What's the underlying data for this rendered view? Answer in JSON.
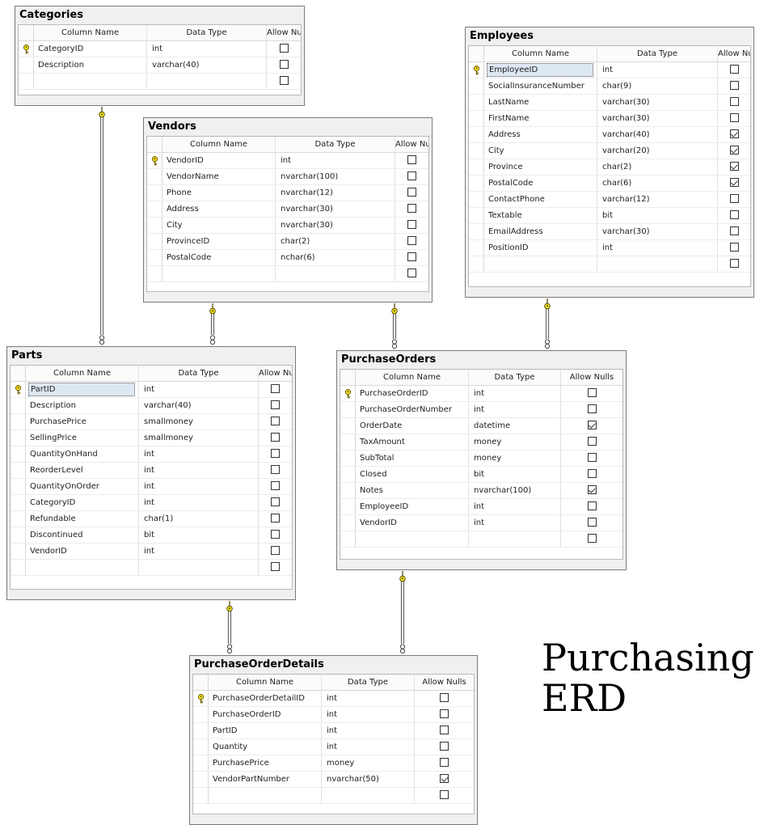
{
  "diagram_title": [
    "Purchasing",
    "ERD"
  ],
  "column_headers": {
    "name": "Column Name",
    "type": "Data Type",
    "nulls": "Allow Nulls"
  },
  "colors": {
    "key_fill": "#f2e21a",
    "connector": "#666666",
    "title_bar": "#f0f0f0"
  },
  "tables": [
    {
      "id": "categories",
      "title": "Categories",
      "columns": [
        {
          "name": "CategoryID",
          "type": "int",
          "nulls": false,
          "pk": true
        },
        {
          "name": "Description",
          "type": "varchar(40)",
          "nulls": false
        }
      ]
    },
    {
      "id": "vendors",
      "title": "Vendors",
      "columns": [
        {
          "name": "VendorID",
          "type": "int",
          "nulls": false,
          "pk": true
        },
        {
          "name": "VendorName",
          "type": "nvarchar(100)",
          "nulls": false
        },
        {
          "name": "Phone",
          "type": "nvarchar(12)",
          "nulls": false
        },
        {
          "name": "Address",
          "type": "nvarchar(30)",
          "nulls": false
        },
        {
          "name": "City",
          "type": "nvarchar(30)",
          "nulls": false
        },
        {
          "name": "ProvinceID",
          "type": "char(2)",
          "nulls": false
        },
        {
          "name": "PostalCode",
          "type": "nchar(6)",
          "nulls": false
        }
      ]
    },
    {
      "id": "employees",
      "title": "Employees",
      "columns": [
        {
          "name": "EmployeeID",
          "type": "int",
          "nulls": false,
          "pk": true
        },
        {
          "name": "SocialInsuranceNumber",
          "type": "char(9)",
          "nulls": false
        },
        {
          "name": "LastName",
          "type": "varchar(30)",
          "nulls": false
        },
        {
          "name": "FirstName",
          "type": "varchar(30)",
          "nulls": false
        },
        {
          "name": "Address",
          "type": "varchar(40)",
          "nulls": true
        },
        {
          "name": "City",
          "type": "varchar(20)",
          "nulls": true
        },
        {
          "name": "Province",
          "type": "char(2)",
          "nulls": true
        },
        {
          "name": "PostalCode",
          "type": "char(6)",
          "nulls": true
        },
        {
          "name": "ContactPhone",
          "type": "varchar(12)",
          "nulls": false
        },
        {
          "name": "Textable",
          "type": "bit",
          "nulls": false
        },
        {
          "name": "EmailAddress",
          "type": "varchar(30)",
          "nulls": false
        },
        {
          "name": "PositionID",
          "type": "int",
          "nulls": false
        }
      ]
    },
    {
      "id": "parts",
      "title": "Parts",
      "columns": [
        {
          "name": "PartID",
          "type": "int",
          "nulls": false,
          "pk": true
        },
        {
          "name": "Description",
          "type": "varchar(40)",
          "nulls": false
        },
        {
          "name": "PurchasePrice",
          "type": "smallmoney",
          "nulls": false
        },
        {
          "name": "SellingPrice",
          "type": "smallmoney",
          "nulls": false
        },
        {
          "name": "QuantityOnHand",
          "type": "int",
          "nulls": false
        },
        {
          "name": "ReorderLevel",
          "type": "int",
          "nulls": false
        },
        {
          "name": "QuantityOnOrder",
          "type": "int",
          "nulls": false
        },
        {
          "name": "CategoryID",
          "type": "int",
          "nulls": false
        },
        {
          "name": "Refundable",
          "type": "char(1)",
          "nulls": false
        },
        {
          "name": "Discontinued",
          "type": "bit",
          "nulls": false
        },
        {
          "name": "VendorID",
          "type": "int",
          "nulls": false
        }
      ]
    },
    {
      "id": "purchaseorders",
      "title": "PurchaseOrders",
      "columns": [
        {
          "name": "PurchaseOrderID",
          "type": "int",
          "nulls": false,
          "pk": true
        },
        {
          "name": "PurchaseOrderNumber",
          "type": "int",
          "nulls": false
        },
        {
          "name": "OrderDate",
          "type": "datetime",
          "nulls": true
        },
        {
          "name": "TaxAmount",
          "type": "money",
          "nulls": false
        },
        {
          "name": "SubTotal",
          "type": "money",
          "nulls": false
        },
        {
          "name": "Closed",
          "type": "bit",
          "nulls": false
        },
        {
          "name": "Notes",
          "type": "nvarchar(100)",
          "nulls": true
        },
        {
          "name": "EmployeeID",
          "type": "int",
          "nulls": false
        },
        {
          "name": "VendorID",
          "type": "int",
          "nulls": false
        }
      ]
    },
    {
      "id": "purchaseorderdetails",
      "title": "PurchaseOrderDetails",
      "columns": [
        {
          "name": "PurchaseOrderDetailID",
          "type": "int",
          "nulls": false,
          "pk": true
        },
        {
          "name": "PurchaseOrderID",
          "type": "int",
          "nulls": false
        },
        {
          "name": "PartID",
          "type": "int",
          "nulls": false
        },
        {
          "name": "Quantity",
          "type": "int",
          "nulls": false
        },
        {
          "name": "PurchasePrice",
          "type": "money",
          "nulls": false
        },
        {
          "name": "VendorPartNumber",
          "type": "nvarchar(50)",
          "nulls": true
        }
      ]
    }
  ],
  "relationships": [
    {
      "from": "categories",
      "to": "parts"
    },
    {
      "from": "vendors",
      "to": "parts"
    },
    {
      "from": "vendors",
      "to": "purchaseorders"
    },
    {
      "from": "employees",
      "to": "purchaseorders"
    },
    {
      "from": "parts",
      "to": "purchaseorderdetails"
    },
    {
      "from": "purchaseorders",
      "to": "purchaseorderdetails"
    }
  ]
}
